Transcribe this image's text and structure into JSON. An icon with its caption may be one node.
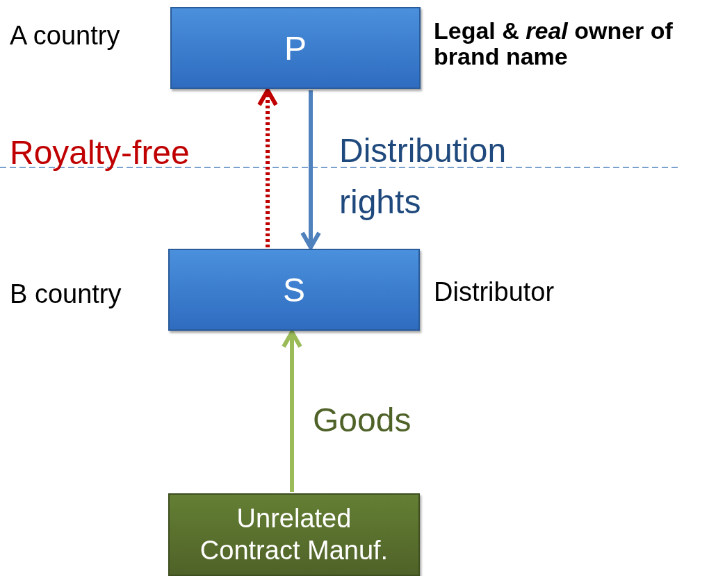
{
  "diagram": {
    "nodes": [
      {
        "text": [
          "P"
        ],
        "beside": [
          "Legal & *real* owner of brand name"
        ]
      },
      {
        "text": [
          "S"
        ],
        "beside": [
          "Distributor"
        ]
      },
      {
        "text": [
          "Unrelated Contract Manuf."
        ]
      }
    ],
    "edges": [
      {
        "from": 1,
        "to": 0,
        "arrow": "to",
        "label": "Royalty-free",
        "style": "dashed",
        "color": "#c00000"
      },
      {
        "from": 0,
        "to": 1,
        "arrow": "to",
        "label": "Distribution rights",
        "color": "#4f81bd"
      },
      {
        "from": 2,
        "to": 1,
        "arrow": "to",
        "label": "Goods",
        "color": "#9bbb59"
      }
    ],
    "labels": [
      "A country",
      "B country"
    ]
  }
}
